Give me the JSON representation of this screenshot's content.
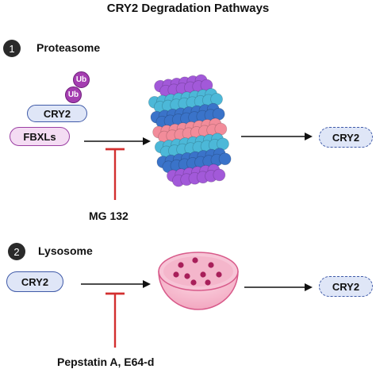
{
  "title": "CRY2 Degradation Pathways",
  "pathways": [
    {
      "step": "1",
      "name": "Proteasome",
      "complex": {
        "ub_tags": [
          "Ub",
          "Ub"
        ],
        "protein": "CRY2",
        "ligase": "FBXLs"
      },
      "inhibitor": "MG 132",
      "product": "CRY2"
    },
    {
      "step": "2",
      "name": "Lysosome",
      "substrate": "CRY2",
      "inhibitor": "Pepstatin A, E64-d",
      "product": "CRY2"
    }
  ],
  "colors": {
    "arrow": "#111111",
    "inhibitor": "#d32f2f",
    "proteasome_rings": [
      "#a259d9",
      "#4cb8d8",
      "#3a73c9",
      "#f28c9a",
      "#4cb8d8",
      "#3a73c9",
      "#a259d9"
    ],
    "lysosome": "#f2a7c0",
    "lysosome_rim": "#d85a8a",
    "lysosome_granule": "#a81f5a"
  }
}
